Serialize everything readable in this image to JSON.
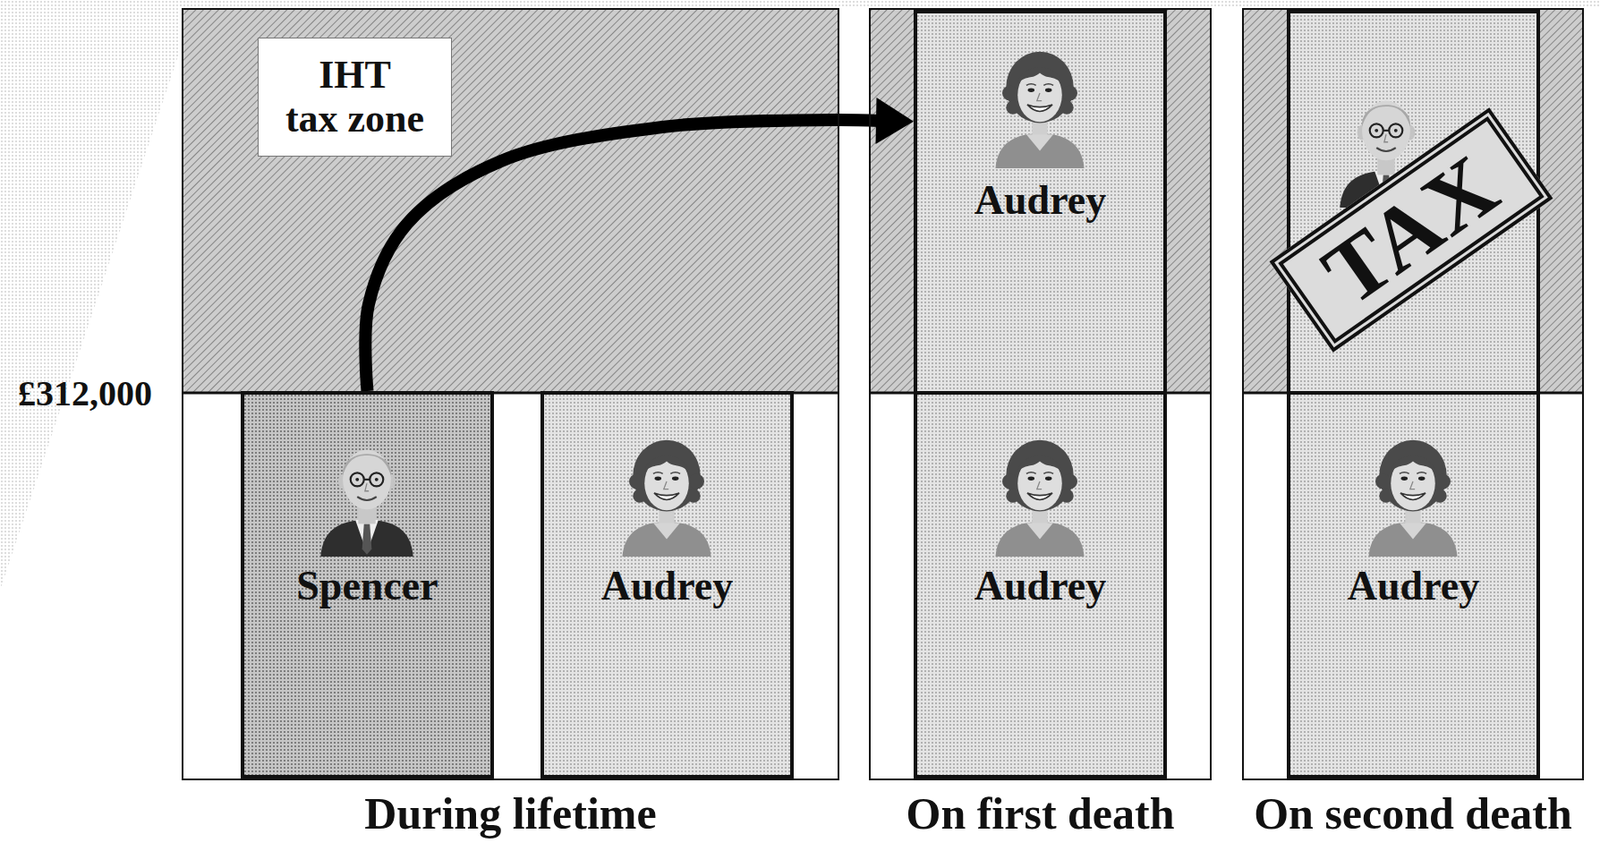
{
  "diagram": {
    "nodes": [
      {
        "text": [
          "During lifetime"
        ]
      },
      {
        "text": [
          "IHT tax zone"
        ],
        "in": 0
      },
      {
        "text": [
          "Spencer"
        ],
        "in": 0
      },
      {
        "text": [
          "Audrey"
        ],
        "in": 0
      },
      {
        "text": [
          "On first death"
        ]
      },
      {
        "text": [
          "Audrey"
        ],
        "in": 4
      },
      {
        "text": [
          "Audrey"
        ],
        "in": 4
      },
      {
        "text": [
          "On second death"
        ]
      },
      {
        "text": [
          "TAX"
        ],
        "in": 7
      },
      {
        "text": [
          "Audrey"
        ],
        "in": 7
      }
    ],
    "edges": [
      {
        "from": 2,
        "to": 5,
        "arrow": "to"
      }
    ],
    "labels": [
      "£312,000"
    ]
  }
}
